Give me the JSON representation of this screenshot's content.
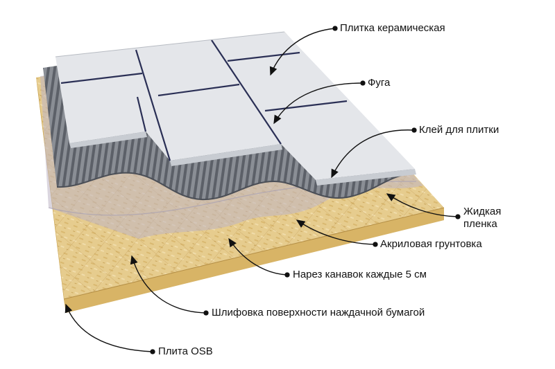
{
  "labels": {
    "tile": "Плитка керамическая",
    "grout": "Фуга",
    "adhesive": "Клей для плитки",
    "membrane_line1": "Жидкая",
    "membrane_line2": "пленка",
    "primer": "Акриловая грунтовка",
    "grooves": "Нарез канавок каждые 5 см",
    "sanding": "Шлифовка поверхности наждачной бумагой",
    "osb": "Плита OSB"
  },
  "colors": {
    "tile": "#e4e6ea",
    "tile_edge": "#c8ccd2",
    "grout": "#2a2f55",
    "adhesive": "#74787f",
    "membrane": "#b9b3c0",
    "primer": "#c9b98f",
    "osb": "#e3c98a",
    "osb_edge": "#d9b96e",
    "leader": "#111111"
  }
}
